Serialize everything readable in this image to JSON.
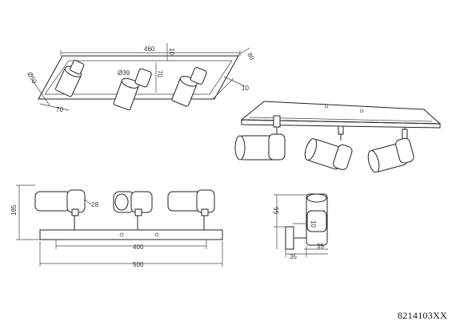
{
  "product_code": "8214103XX",
  "top_view": {
    "dims": {
      "length": "460",
      "width": "80",
      "frame": "10",
      "frame_side": "10",
      "height": "70",
      "dia_spot": "Ø39",
      "dia_head": "Ø50",
      "head_len": "70"
    }
  },
  "front_view": {
    "dims": {
      "height": "185",
      "spot_dia": "28",
      "spacing": "400",
      "total": "500"
    }
  },
  "side_view": {
    "dims": {
      "depth": "55",
      "frame": "10",
      "spot": "35",
      "base": "35"
    }
  }
}
